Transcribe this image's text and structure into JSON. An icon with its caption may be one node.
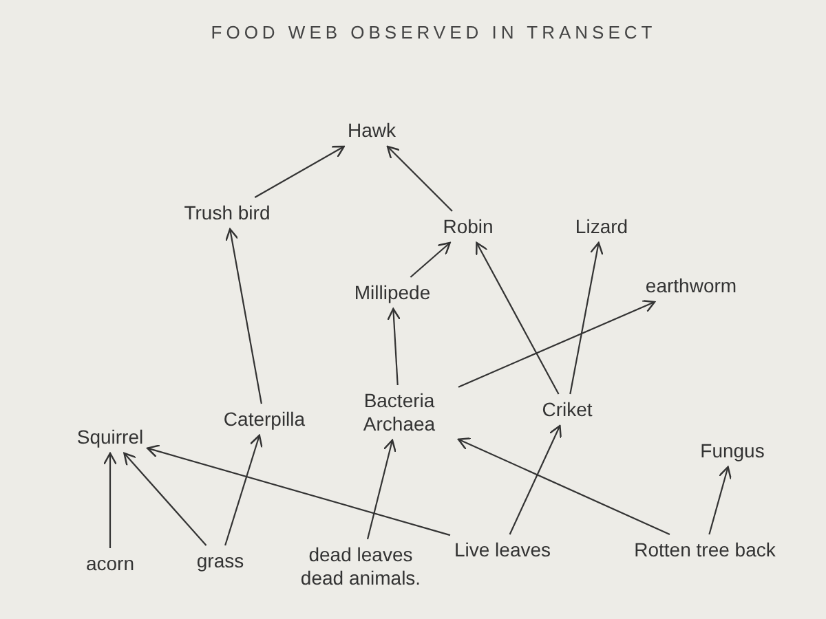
{
  "diagram": {
    "title": "FOOD WEB OBSERVED IN TRANSECT",
    "nodes": [
      {
        "text": [
          "Hawk"
        ]
      },
      {
        "text": [
          "Trush bird"
        ]
      },
      {
        "text": [
          "Robin"
        ]
      },
      {
        "text": [
          "Lizard"
        ]
      },
      {
        "text": [
          "Millipede"
        ]
      },
      {
        "text": [
          "earthworm"
        ]
      },
      {
        "text": [
          "Bacteria Archaea"
        ]
      },
      {
        "text": [
          "Criket"
        ]
      },
      {
        "text": [
          "Squirrel"
        ]
      },
      {
        "text": [
          "Caterpilla"
        ]
      },
      {
        "text": [
          "Fungus"
        ]
      },
      {
        "text": [
          "acorn"
        ]
      },
      {
        "text": [
          "grass"
        ]
      },
      {
        "text": [
          "dead leaves dead animals."
        ]
      },
      {
        "text": [
          "Live leaves"
        ]
      },
      {
        "text": [
          "Rotten tree back"
        ]
      }
    ],
    "edges": [
      {
        "from": 1,
        "to": 0,
        "arrow": "to"
      },
      {
        "from": 2,
        "to": 0,
        "arrow": "to"
      },
      {
        "from": 4,
        "to": 2,
        "arrow": "to"
      },
      {
        "from": 7,
        "to": 2,
        "arrow": "to"
      },
      {
        "from": 7,
        "to": 3,
        "arrow": "to"
      },
      {
        "from": 6,
        "to": 5,
        "arrow": "to"
      },
      {
        "from": 6,
        "to": 4,
        "arrow": "to"
      },
      {
        "from": 9,
        "to": 1,
        "arrow": "to"
      },
      {
        "from": 12,
        "to": 9,
        "arrow": "to"
      },
      {
        "from": 11,
        "to": 8,
        "arrow": "to"
      },
      {
        "from": 12,
        "to": 8,
        "arrow": "to"
      },
      {
        "from": 14,
        "to": 8,
        "arrow": "to"
      },
      {
        "from": 13,
        "to": 6,
        "arrow": "to"
      },
      {
        "from": 15,
        "to": 6,
        "arrow": "to"
      },
      {
        "from": 14,
        "to": 7,
        "arrow": "to"
      },
      {
        "from": 15,
        "to": 10,
        "arrow": "to"
      }
    ]
  }
}
